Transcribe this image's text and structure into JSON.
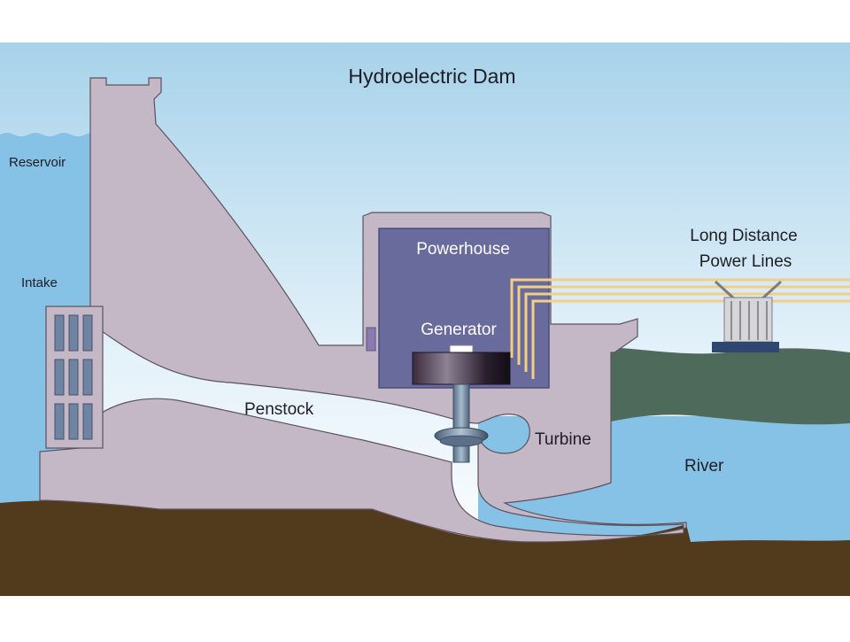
{
  "title": "Hydroelectric Dam",
  "labels": {
    "reservoir": "Reservoir",
    "intake": "Intake",
    "powerhouse": "Powerhouse",
    "generator": "Generator",
    "penstock": "Penstock",
    "turbine": "Turbine",
    "river": "River",
    "power_lines_line1": "Long Distance",
    "power_lines_line2": "Power Lines"
  },
  "colors": {
    "sky_top": "#a9d4ec",
    "sky_bottom": "#ffffff",
    "water": "#86c1e6",
    "dam": "#c4b8c6",
    "dam_outline": "#5c5260",
    "powerhouse_room": "#696b9d",
    "ground": "#523a1c",
    "river_bank": "#4e6a5b",
    "power_lines": "#f3cf85",
    "transformer": "#c9c9c9"
  }
}
